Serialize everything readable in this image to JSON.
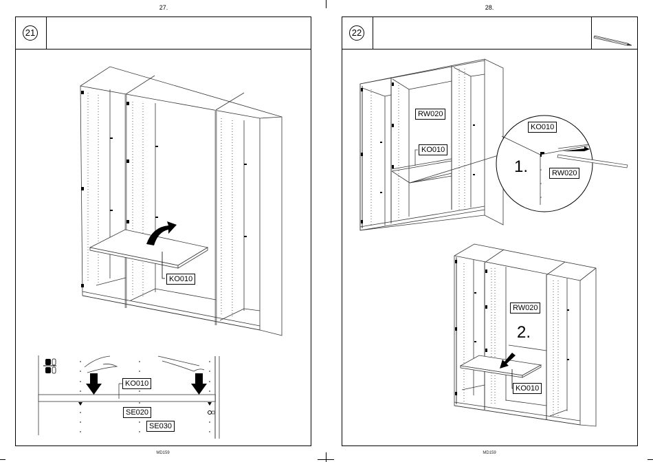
{
  "pages": [
    {
      "page_number": "27.",
      "step_number": "21",
      "footer_code": "MD159",
      "labels": {
        "main_shelf": "KO010",
        "detail_shelf": "KO010",
        "detail_part_a": "SE020",
        "detail_part_b": "SE030"
      },
      "icons": [
        "two-person-icon",
        "curved-arrow-icon",
        "hand-icon",
        "down-arrow-icon"
      ]
    },
    {
      "page_number": "28.",
      "step_number": "22",
      "footer_code": "MD159",
      "tool": "pencil-icon",
      "labels": {
        "back_panel_top": "RW020",
        "shelf_top": "KO010",
        "zoom_shelf": "KO010",
        "zoom_back_panel": "RW020",
        "bottom_back_panel": "RW020",
        "bottom_shelf": "KO010"
      },
      "substeps": {
        "first": "1.",
        "second": "2."
      }
    }
  ]
}
